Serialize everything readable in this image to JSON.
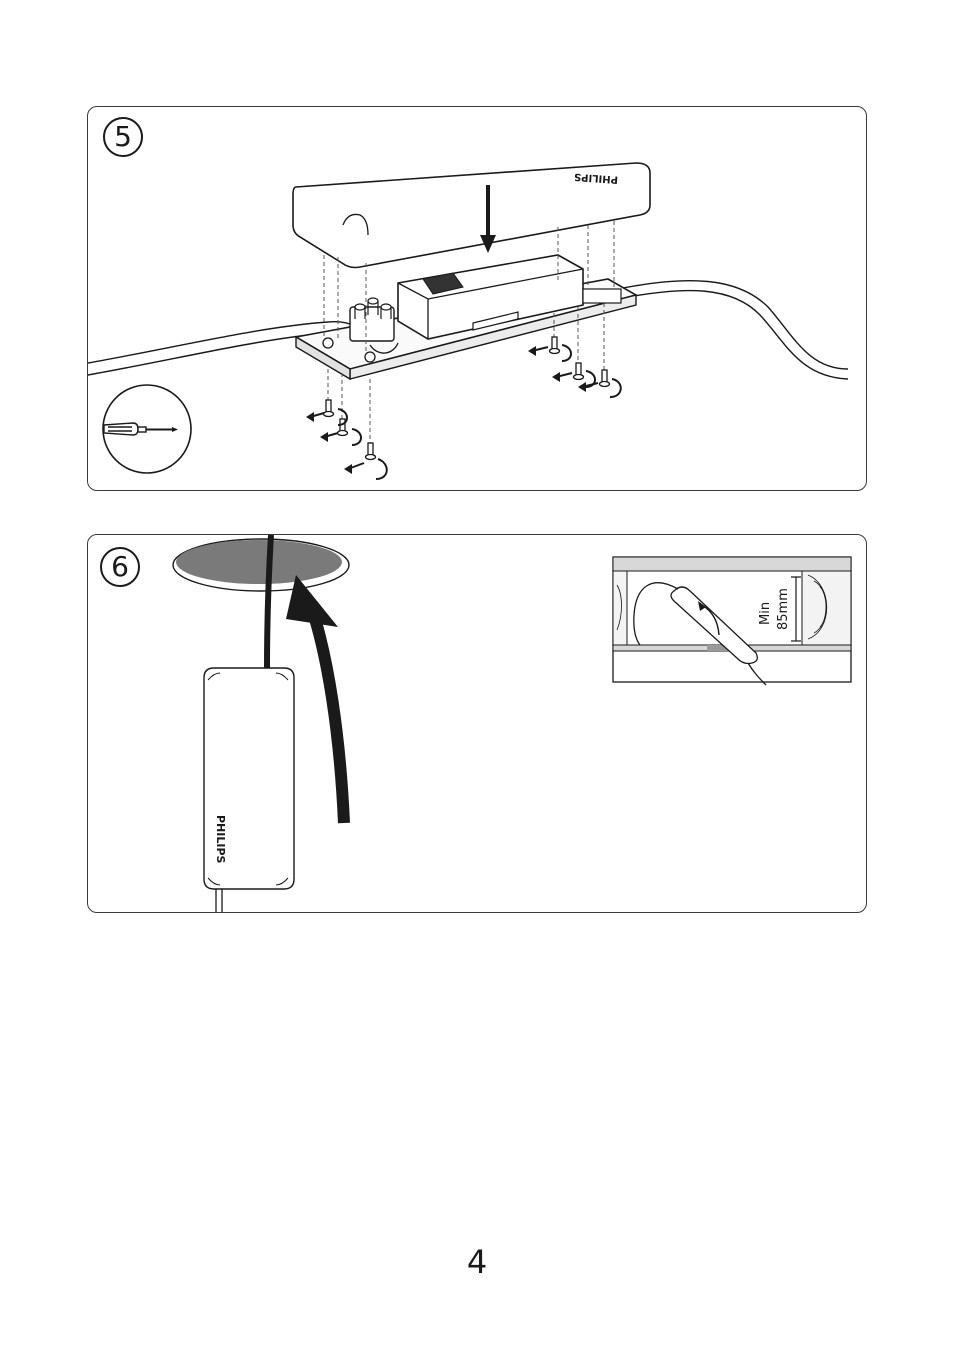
{
  "steps": [
    {
      "number": "5",
      "brand_label": "PHILIPS"
    },
    {
      "number": "6",
      "brand_label": "PHILIPS",
      "inset_label_line1": "Min",
      "inset_label_line2": "85mm"
    }
  ],
  "page_number": "4"
}
